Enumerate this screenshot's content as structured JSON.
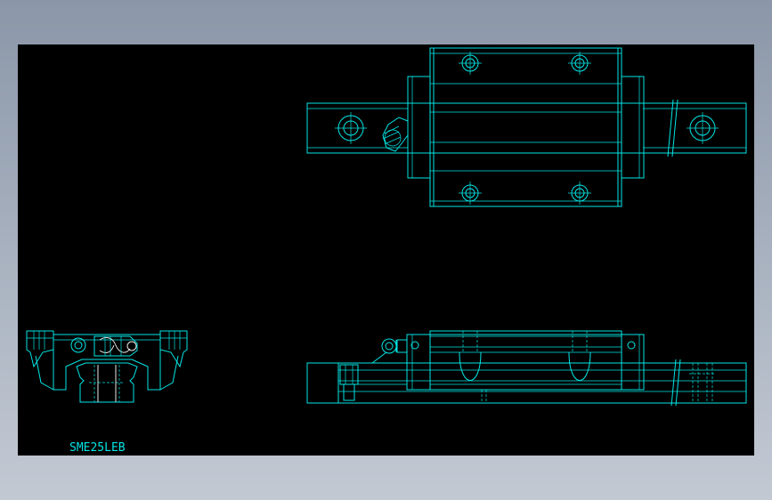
{
  "drawing": {
    "part_label": "SME25LEB",
    "line_color": "#00e5e5",
    "background_color": "#000000",
    "views": [
      "top-view",
      "front-view",
      "side-view"
    ]
  }
}
